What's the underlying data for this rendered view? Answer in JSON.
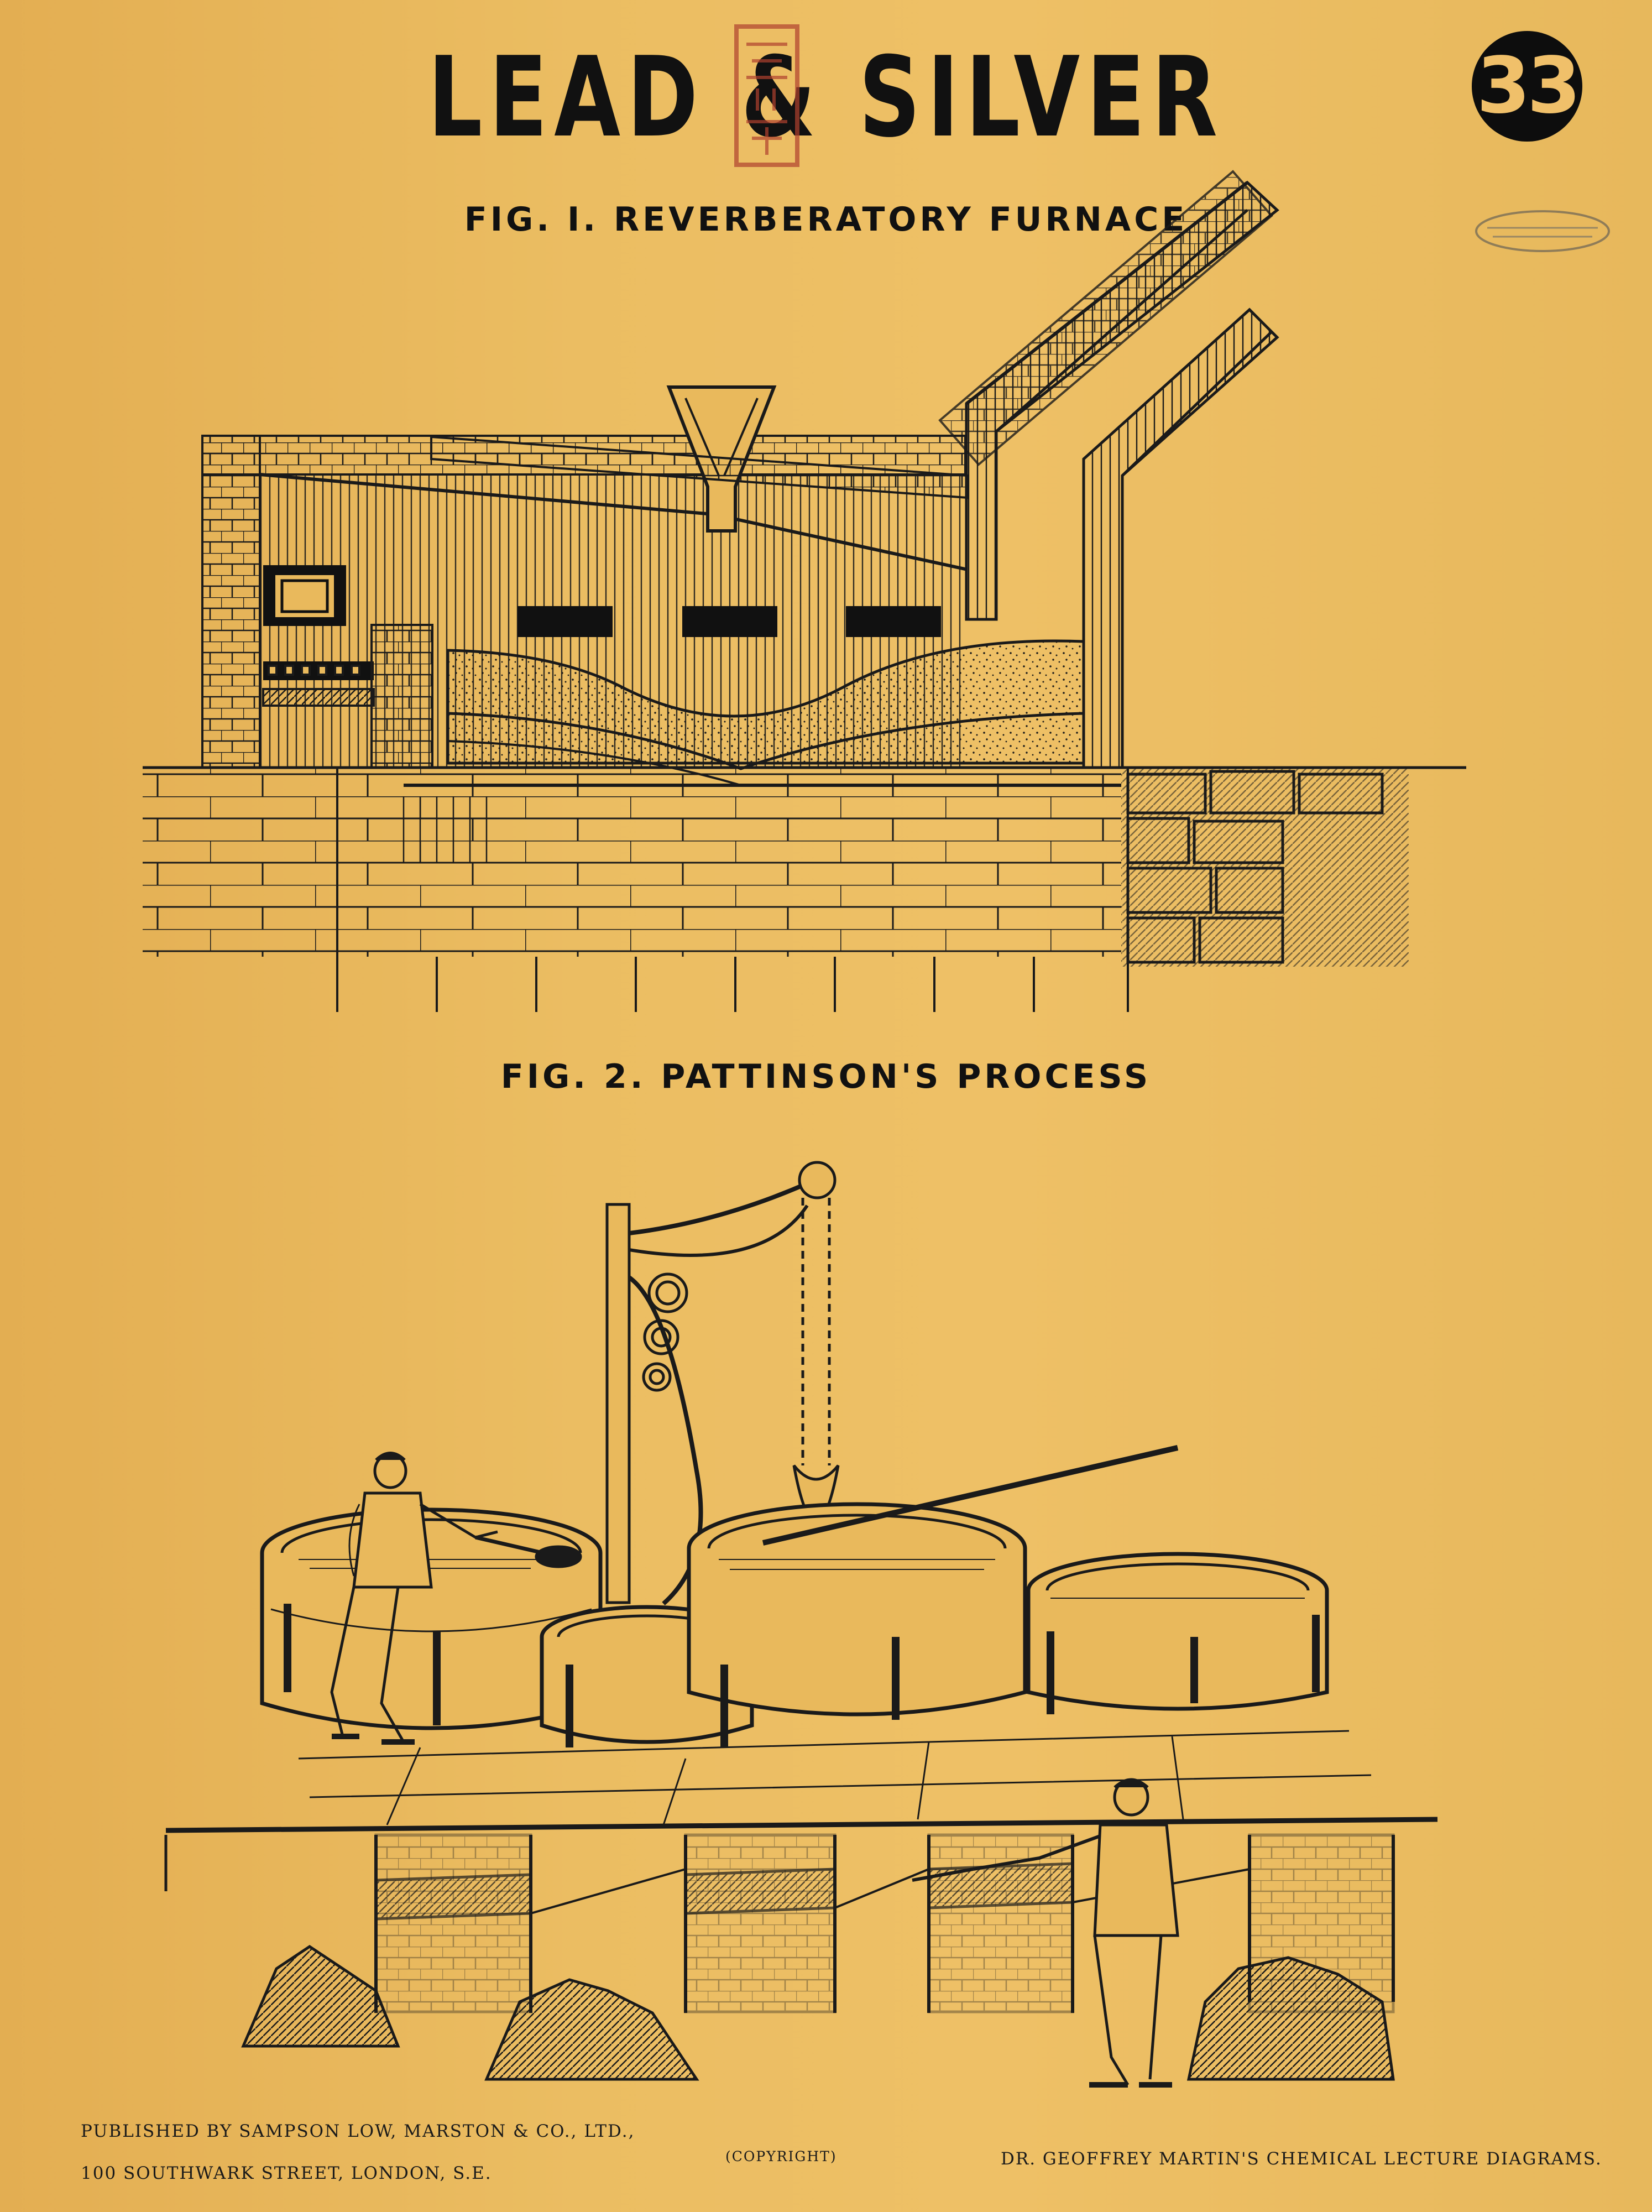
{
  "poster": {
    "title": "LEAD & SILVER",
    "number": "33",
    "figure1_caption": "FIG. I. REVERBERATORY FURNACE",
    "figure2_caption": "FIG. 2. PATTINSON'S PROCESS",
    "publisher_line1": "PUBLISHED BY SAMPSON LOW, MARSTON & CO., LTD.,",
    "publisher_line2": "100 SOUTHWARK STREET, LONDON, S.E.",
    "copyright": "(COPYRIGHT)",
    "series": "DR. GEOFFREY MARTIN'S CHEMICAL LECTURE DIAGRAMS."
  },
  "colors": {
    "paper": "#e9b95c",
    "ink": "#111111",
    "stamp": "#b0412e"
  }
}
